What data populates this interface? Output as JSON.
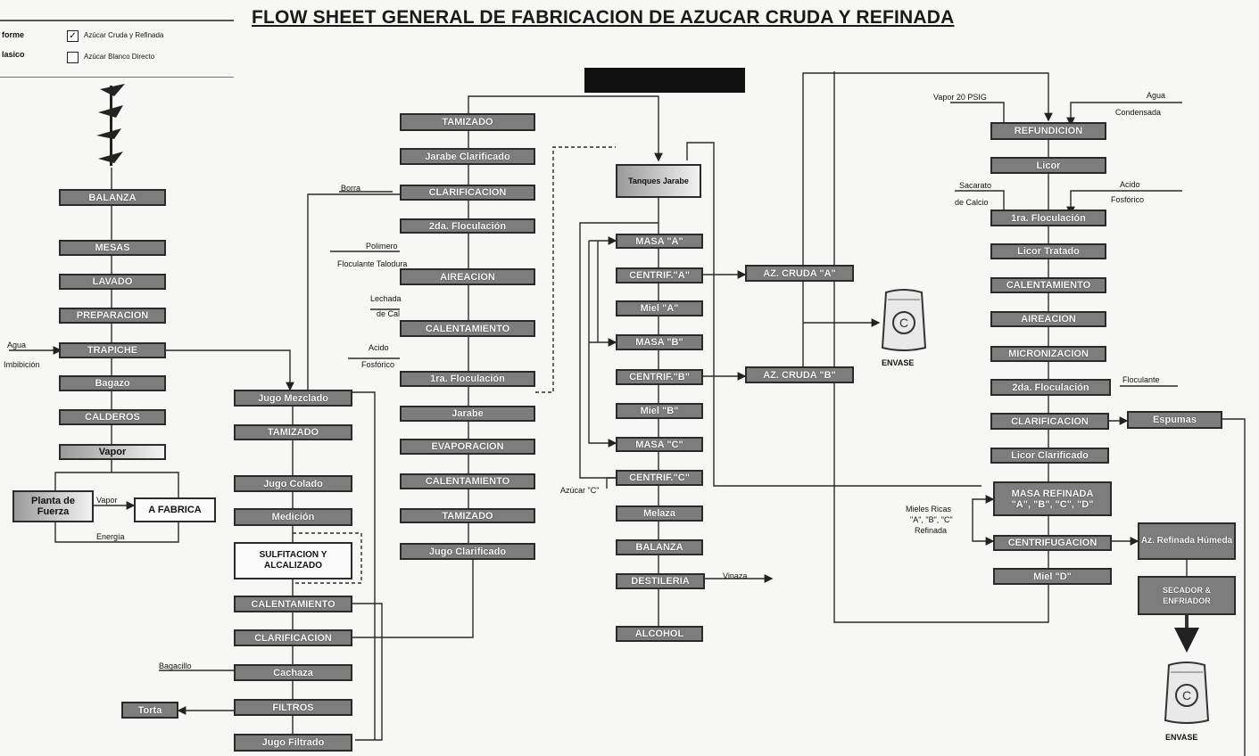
{
  "title": "FLOW SHEET GENERAL DE FABRICACION DE AZUCAR CRUDA Y REFINADA",
  "legend": {
    "side_label_1": "forme",
    "side_label_2": "lasico",
    "item_1": "Azúcar Cruda y Refinada",
    "item_1_checked": true,
    "item_2": "Azúcar Blanco Directo",
    "item_2_checked": false
  },
  "col1": {
    "balanza": "BALANZA",
    "mesas": "MESAS",
    "lavado": "LAVADO",
    "preparacion": "PREPARACION",
    "trapiche": "TRAPICHE",
    "bagazo": "Bagazo",
    "calderos": "CALDEROS",
    "vapor": "Vapor",
    "planta": "Planta de Fuerza",
    "a_fabrica": "A FABRICA",
    "lbl_agua": "Agua",
    "lbl_imbibicion": "Imbibición",
    "lbl_vapor": "Vapor",
    "lbl_energia": "Energía"
  },
  "col2": {
    "jugo_mezclado": "Jugo Mezclado",
    "tamizado": "TAMIZADO",
    "jugo_colado": "Jugo Colado",
    "medicion": "Medición",
    "sulfitacion": "SULFITACION Y ALCALIZADO",
    "calentamiento": "CALENTAMIENTO",
    "clarificacion": "CLARIFICACION",
    "cachaza": "Cachaza",
    "filtros": "FILTROS",
    "jugo_filtrado": "Jugo Filtrado",
    "torta": "Torta",
    "lbl_bagacillo": "Bagacillo"
  },
  "col3": {
    "tamizado_top": "TAMIZADO",
    "jarabe_clarificado": "Jarabe Clarificado",
    "clarificacion": "CLARIFICACION",
    "floculacion_2da": "2da. Floculación",
    "aireacion": "AIREACION",
    "calentamiento_top": "CALENTAMIENTO",
    "floculacion_1ra": "1ra. Floculación",
    "jarabe": "Jarabe",
    "evaporacion": "EVAPORACION",
    "calentamiento_bottom": "CALENTAMIENTO",
    "tamizado_bottom": "TAMIZADO",
    "jugo_clarificado": "Jugo Clarificado",
    "lbl_borra": "Borra",
    "lbl_polimero": "Polimero",
    "lbl_floculante": "Floculante Talodura",
    "lbl_lechada": "Lechada",
    "lbl_de_cal": "de Cal",
    "lbl_acido": "Acido",
    "lbl_fosforico": "Fosfórico"
  },
  "col4": {
    "tanques": "Tanques Jarabe",
    "masa_a": "MASA \"A\"",
    "centrif_a": "CENTRIF.\"A\"",
    "miel_a": "Miel \"A\"",
    "masa_b": "MASA \"B\"",
    "centrif_b": "CENTRIF.\"B\"",
    "miel_b": "Miel \"B\"",
    "masa_c": "MASA \"C\"",
    "centrif_c": "CENTRIF.\"C\"",
    "melaza": "Melaza",
    "balanza": "BALANZA",
    "destileria": "DESTILERIA",
    "alcohol": "ALCOHOL",
    "az_cruda_a": "AZ. CRUDA \"A\"",
    "az_cruda_b": "AZ. CRUDA \"B\"",
    "envase": "ENVASE",
    "lbl_azucar_c": "Azúcar \"C\"",
    "lbl_vinaza": "Vinaza"
  },
  "col5": {
    "refundicion": "REFUNDICION",
    "licor": "Licor",
    "floculacion_1ra": "1ra. Floculación",
    "licor_tratado": "Licor Tratado",
    "calentamiento": "CALENTAMIENTO",
    "aireacion": "AIREACION",
    "micronizacion": "MICRONIZACION",
    "floculacion_2da": "2da. Floculación",
    "clarificacion": "CLARIFICACION",
    "espumas": "Espumas",
    "licor_clarificado": "Licor Clarificado",
    "masa_refinada_1": "MASA REFINADA",
    "masa_refinada_2": "\"A\", \"B\", \"C\", \"D\"",
    "centrifugacion": "CENTRIFUGACION",
    "miel_d": "Miel \"D\"",
    "az_refinada": "Az. Refinada Húmeda",
    "secador": "SECADOR & ENFRIADOR",
    "envase": "ENVASE",
    "lbl_vapor": "Vapor 20 PSIG",
    "lbl_agua": "Agua",
    "lbl_condensada": "Condensada",
    "lbl_sacarato": "Sacarato",
    "lbl_de_calcio": "de Calcio",
    "lbl_acido": "Acido",
    "lbl_fosforico": "Fosfórico",
    "lbl_floculante": "Floculante",
    "lbl_mieles_1": "Mieles Ricas",
    "lbl_mieles_2": "\"A\", \"B\", \"C\"",
    "lbl_mieles_3": "Refinada"
  }
}
